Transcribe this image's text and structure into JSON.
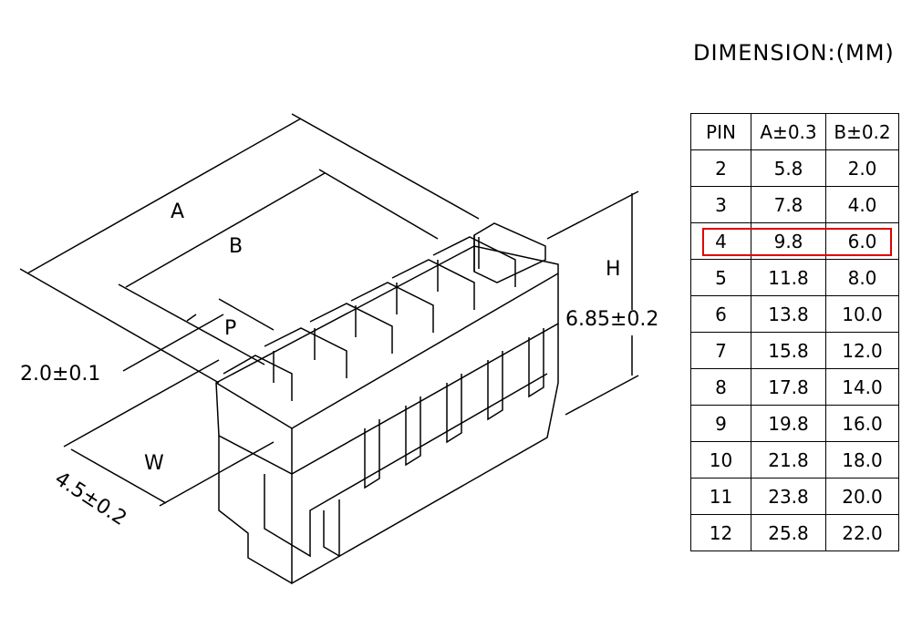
{
  "title": "DIMENSION:(MM)",
  "table": {
    "headers": [
      "PIN",
      "A±0.3",
      "B±0.2"
    ],
    "rows": [
      [
        "2",
        "5.8",
        "2.0"
      ],
      [
        "3",
        "7.8",
        "4.0"
      ],
      [
        "4",
        "9.8",
        "6.0"
      ],
      [
        "5",
        "11.8",
        "8.0"
      ],
      [
        "6",
        "13.8",
        "10.0"
      ],
      [
        "7",
        "15.8",
        "12.0"
      ],
      [
        "8",
        "17.8",
        "14.0"
      ],
      [
        "9",
        "19.8",
        "16.0"
      ],
      [
        "10",
        "21.8",
        "18.0"
      ],
      [
        "11",
        "23.8",
        "20.0"
      ],
      [
        "12",
        "25.8",
        "22.0"
      ]
    ],
    "highlighted_pin": "4",
    "highlight_color": "#e00000"
  },
  "labels": {
    "A": "A",
    "B": "B",
    "P": "P",
    "H": "H",
    "W": "W",
    "height": "6.85±0.2",
    "pitch": "2.0±0.1",
    "width": "4.5±0.2"
  }
}
